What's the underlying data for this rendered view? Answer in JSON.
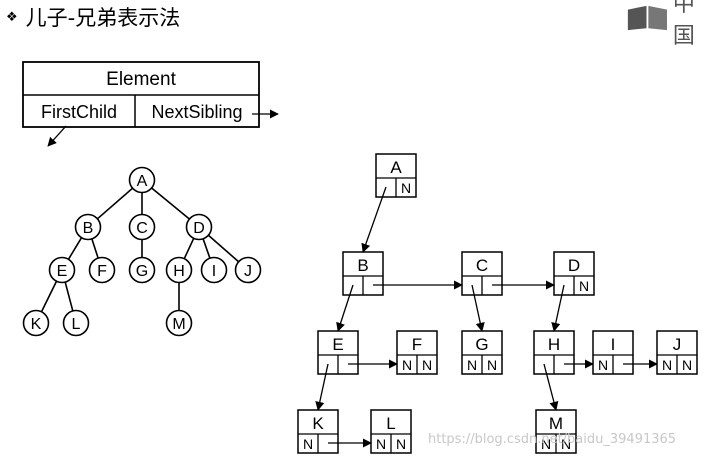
{
  "slide": {
    "bullet": "❖",
    "title": "儿子-兄弟表示法",
    "logo_text": "中国"
  },
  "node_structure": {
    "header": "Element",
    "first_child": "FirstChild",
    "next_sibling": "NextSibling"
  },
  "tree": {
    "nodes": [
      "A",
      "B",
      "C",
      "D",
      "E",
      "F",
      "G",
      "H",
      "I",
      "J",
      "K",
      "L",
      "M"
    ]
  },
  "linked": {
    "nodes": [
      {
        "label": "A",
        "left": "",
        "right": "N"
      },
      {
        "label": "B",
        "left": "",
        "right": ""
      },
      {
        "label": "C",
        "left": "",
        "right": ""
      },
      {
        "label": "D",
        "left": "",
        "right": "N"
      },
      {
        "label": "E",
        "left": "",
        "right": ""
      },
      {
        "label": "F",
        "left": "N",
        "right": "N"
      },
      {
        "label": "G",
        "left": "N",
        "right": "N"
      },
      {
        "label": "H",
        "left": "",
        "right": ""
      },
      {
        "label": "I",
        "left": "N",
        "right": ""
      },
      {
        "label": "J",
        "left": "N",
        "right": "N"
      },
      {
        "label": "K",
        "left": "N",
        "right": ""
      },
      {
        "label": "L",
        "left": "N",
        "right": "N"
      },
      {
        "label": "M",
        "left": "N",
        "right": "N"
      }
    ]
  },
  "watermark": "https://blog.csdn.net/baidu_39491365",
  "colors": {
    "ink": "#000000",
    "background": "#ffffff",
    "watermark": "#c8c8c8",
    "logo": "#555555"
  }
}
